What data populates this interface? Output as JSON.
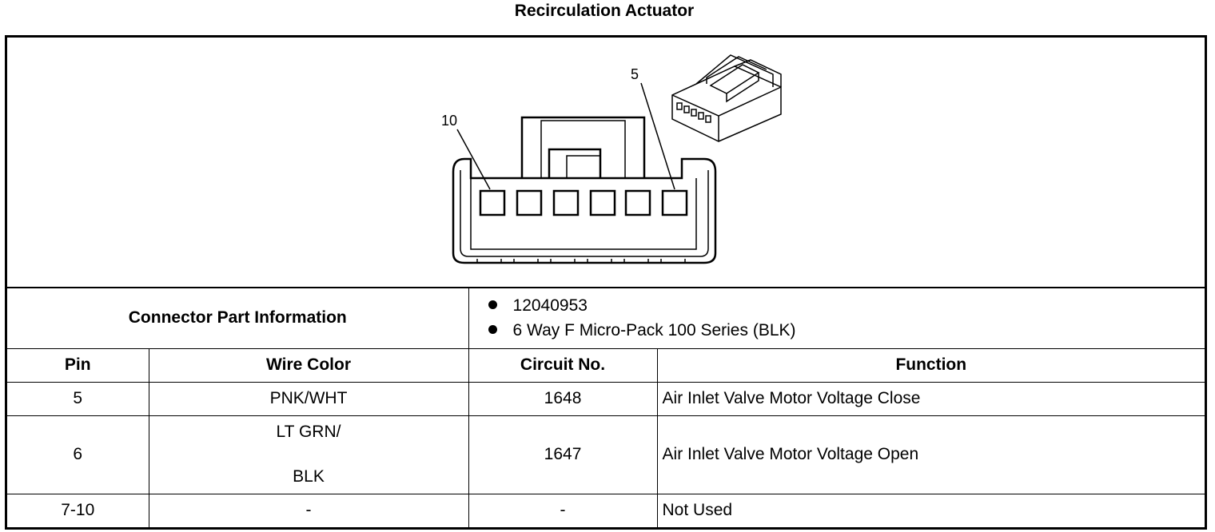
{
  "title": "Recirculation Actuator",
  "diagram": {
    "pin_labels": [
      "10",
      "5"
    ]
  },
  "connector_info": {
    "label": "Connector Part Information",
    "items": [
      "12040953",
      "6 Way F Micro-Pack 100 Series (BLK)"
    ]
  },
  "table": {
    "headers": [
      "Pin",
      "Wire Color",
      "Circuit No.",
      "Function"
    ],
    "rows": [
      {
        "pin": "5",
        "wire_color": "PNK/WHT",
        "circuit": "1648",
        "function": "Air Inlet Valve Motor Voltage Close"
      },
      {
        "pin": "6",
        "wire_color_line1": "LT GRN/",
        "wire_color_line2": "BLK",
        "circuit": "1647",
        "function": "Air Inlet Valve Motor Voltage Open"
      },
      {
        "pin": "7-10",
        "wire_color": "-",
        "circuit": "-",
        "function": "Not Used"
      }
    ]
  }
}
